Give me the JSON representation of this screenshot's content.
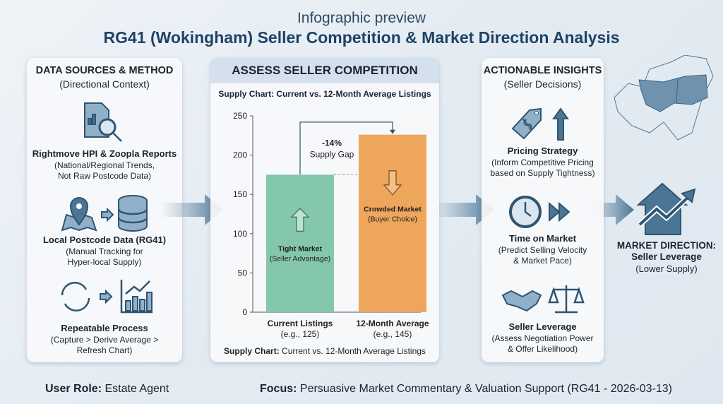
{
  "header": {
    "subtitle": "Infographic preview",
    "title": "RG41 (Wokingham) Seller Competition & Market Direction Analysis"
  },
  "left": {
    "title": "DATA SOURCES & METHOD",
    "subtitle": "(Directional Context)",
    "items": [
      {
        "icon": "report-magnifier-icon",
        "title": "Rightmove HPI & Zoopla Reports",
        "desc1": "(National/Regional Trends,",
        "desc2": "Not Raw Postcode Data)"
      },
      {
        "icon": "map-pin-database-icon",
        "title": "Local Postcode Data (RG41)",
        "desc1": "(Manual Tracking for",
        "desc2": "Hyper-local Supply)"
      },
      {
        "icon": "refresh-chart-icon",
        "title": "Repeatable Process",
        "desc1": "(Capture > Derive Average >",
        "desc2": "Refresh Chart)"
      }
    ]
  },
  "center": {
    "title": "ASSESS SELLER COMPETITION",
    "chart_title": "Supply Chart: Current vs. 12-Month Average Listings",
    "caption_bold": "Supply Chart:",
    "caption_rest": " Current vs. 12-Month Average Listings",
    "gap_value": "-14%",
    "gap_label": "Supply Gap"
  },
  "chart_data": {
    "type": "bar",
    "title": "Supply Chart: Current vs. 12-Month Average Listings",
    "categories": [
      "Current Listings",
      "12-Month Average"
    ],
    "category_notes": [
      "(e.g., 125)",
      "(e.g., 145)"
    ],
    "values": [
      175,
      226
    ],
    "ylim": [
      0,
      250
    ],
    "yticks": [
      0,
      50,
      100,
      150,
      200,
      250
    ],
    "colors": [
      "#84c7ab",
      "#eea55c"
    ],
    "bar_labels": [
      {
        "title": "Tight Market",
        "sub": "(Seller Advantage)"
      },
      {
        "title": "Crowded Market",
        "sub": "(Buyer Choice)"
      }
    ],
    "annotation": "-14% Supply Gap"
  },
  "right": {
    "title": "ACTIONABLE INSIGHTS",
    "subtitle": "(Seller Decisions)",
    "items": [
      {
        "icon": "price-tag-up-icon",
        "title": "Pricing Strategy",
        "desc1": "(Inform Competitive Pricing",
        "desc2": "based on Supply Tightness)"
      },
      {
        "icon": "clock-fast-forward-icon",
        "title": "Time on Market",
        "desc1": "(Predict Selling Velocity",
        "desc2": "& Market Pace)"
      },
      {
        "icon": "handshake-scales-icon",
        "title": "Seller Leverage",
        "desc1": "(Assess Negotiation Power",
        "desc2": "& Offer Likelihood)"
      }
    ]
  },
  "direction": {
    "title1": "MARKET DIRECTION:",
    "title2": "Seller Leverage",
    "sub": "(Lower Supply)"
  },
  "footer": {
    "role_label": "User Role:",
    "role_value": " Estate Agent",
    "focus_label": "Focus:",
    "focus_value": " Persuasive Market Commentary & Valuation Support (RG41 - 2026-03-13)"
  }
}
